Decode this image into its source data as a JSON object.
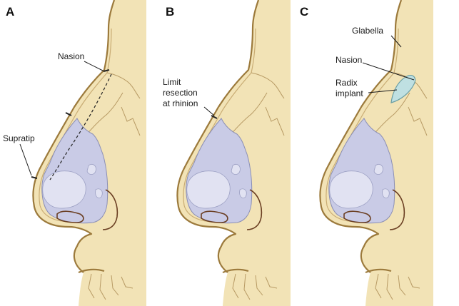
{
  "panels": [
    {
      "letter": "A",
      "labels": {
        "nasion": "Nasion",
        "supratip": "Supratip"
      }
    },
    {
      "letter": "B",
      "labels": {
        "limit_line1": "Limit",
        "limit_line2": "resection",
        "limit_line3": "at rhinion"
      }
    },
    {
      "letter": "C",
      "labels": {
        "glabella": "Glabella",
        "nasion": "Nasion",
        "radix_line1": "Radix",
        "radix_line2": "implant"
      }
    }
  ],
  "colors": {
    "skin": "#f2e3b6",
    "skin_outline": "#9c7a3c",
    "cartilage": "#c9cbe6",
    "alar_cartilage": "#6b3f23",
    "implant": "#bfe0e2"
  }
}
